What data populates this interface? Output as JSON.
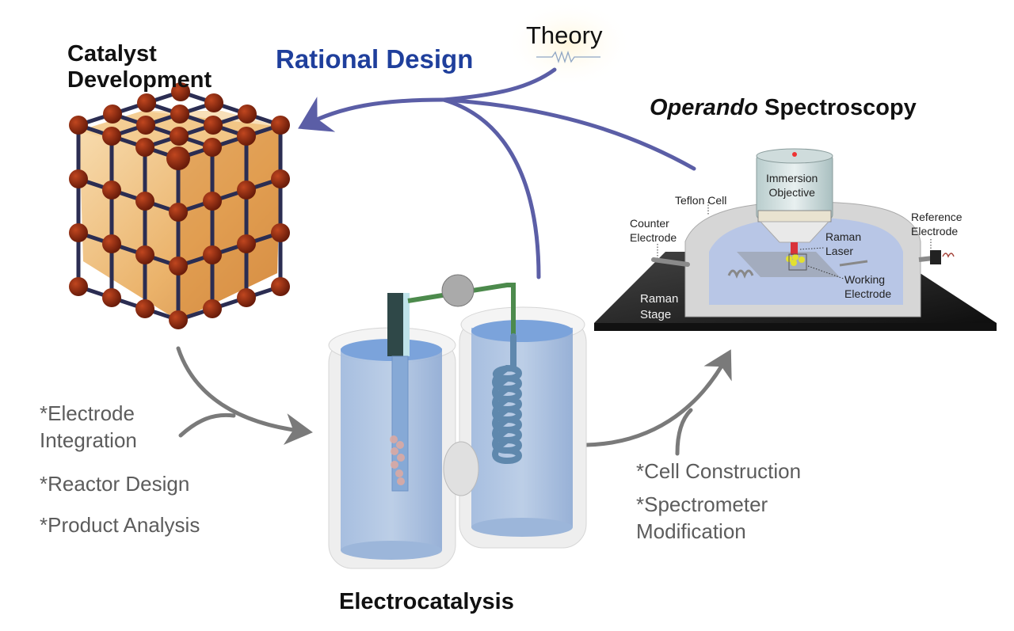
{
  "diagram": {
    "center_label": "Rational Design",
    "theory_label": "Theory",
    "stages": [
      {
        "id": "catalyst",
        "title_lines": [
          "Catalyst",
          "Development"
        ]
      },
      {
        "id": "electrocatalysis",
        "title": "Electrocatalysis"
      },
      {
        "id": "operando",
        "title_italic": "Operando",
        "title_rest": " Spectroscopy"
      }
    ],
    "transition_notes": {
      "catalyst_to_electrocatalysis": [
        "*Electrode",
        "Integration",
        "*Reactor Design",
        "*Product Analysis"
      ],
      "electrocatalysis_to_operando": [
        "*Cell Construction",
        "*Spectrometer",
        "Modification"
      ]
    },
    "raman_setup_labels": {
      "immersion_objective": [
        "Immersion",
        "Objective"
      ],
      "teflon_cell": "Teflon Cell",
      "counter_electrode": [
        "Counter",
        "Electrode"
      ],
      "reference_electrode": [
        "Reference",
        "Electrode"
      ],
      "raman_laser": [
        "Raman",
        "Laser"
      ],
      "working_electrode": [
        "Working",
        "Electrode"
      ],
      "raman_stage": [
        "Raman",
        "Stage"
      ]
    },
    "colors": {
      "feedback_arrow": "#5b5ea6",
      "rational_design_text": "#1f3f9c",
      "process_arrow": "#7a7a7a",
      "note_text": "#5c5c5c",
      "catalyst_node": "#8b2a12",
      "catalyst_bond": "#2b2d52",
      "electrolyte": "#8fb2e0",
      "wire": "#4c8a4c"
    }
  }
}
